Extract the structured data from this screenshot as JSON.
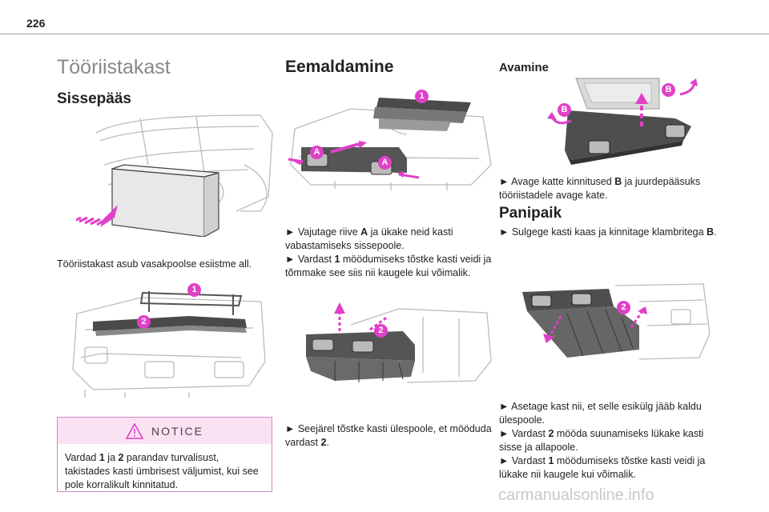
{
  "page_number": "226",
  "section_title": "Tööriistakast",
  "col1": {
    "heading": "Sissepääs",
    "caption": "Tööriistakast asub vasakpoolse esiistme all.",
    "fig2_labels": [
      "1",
      "2"
    ],
    "notice": {
      "label": "NOTICE",
      "t1": "Vardad ",
      "b1": "1",
      "t2": " ja ",
      "b2": "2",
      "t3": " parandav turvalisust, takistades kasti ümbrisest väljumist, kui see pole korralikult kinnitatud."
    }
  },
  "col2": {
    "heading": "Eemaldamine",
    "fig1_labels": [
      "1",
      "A",
      "A"
    ],
    "p1": {
      "t1": "► Vajutage riive ",
      "b1": "A",
      "t2": " ja ükake neid kasti vabastamiseks sissepoole."
    },
    "p2": {
      "t1": "► Vardast ",
      "b1": "1",
      "t2": " möödumiseks tõstke kasti veidi ja tõmmake see siis nii kaugele kui võimalik."
    },
    "fig2_labels": [
      "2"
    ],
    "p3": {
      "t1": "► Seejärel tõstke kasti ülespoole, et mööduda vardast ",
      "b1": "2",
      "t2": "."
    }
  },
  "col3": {
    "heading": "Avamine",
    "fig1_labels": [
      "B",
      "B"
    ],
    "p1": {
      "t1": "► Avage katte kinnitused ",
      "b1": "B",
      "t2": " ja juurdepääsuks tööriistadele avage kate."
    },
    "heading2": "Panipaik",
    "p2": {
      "t1": "► Sulgege kasti kaas ja kinnitage klambritega ",
      "b1": "B",
      "t2": "."
    },
    "fig2_labels": [
      "2"
    ],
    "p3": {
      "t1": "► Asetage kast nii, et selle esikülg jääb kaldu ülespoole."
    },
    "p4": {
      "t1": "► Vardast ",
      "b1": "2",
      "t2": " mööda suunamiseks lükake kasti sisse ja allapoole."
    },
    "p5": {
      "t1": "► Vardast ",
      "b1": "1",
      "t2": " möödumiseks tõstke kasti veidi ja lükake nii kaugele kui võimalik."
    }
  },
  "footer": "carmanualsonline.info",
  "colors": {
    "accent": "#e040c8",
    "gray_line": "#bbbbbb",
    "dark_fill": "#555555",
    "notice_bg": "#fbe2f3"
  }
}
